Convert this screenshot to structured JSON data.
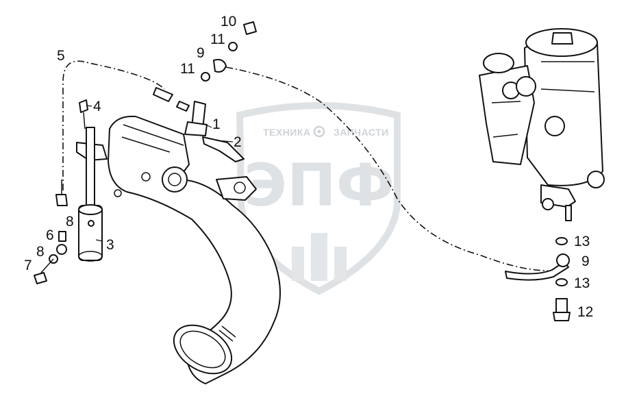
{
  "watermark": {
    "left_word": "ТЕХНИКА",
    "right_word": "ЗАПЧАСТИ",
    "logo": "ЭПФ",
    "color": "#d8dcdf"
  },
  "callouts": {
    "n1": "1",
    "n2": "2",
    "n3": "3",
    "n4": "4",
    "n5": "5",
    "n6": "6",
    "n7": "7",
    "n8a": "8",
    "n8b": "8",
    "n9a": "9",
    "n9b": "9",
    "n10": "10",
    "n11a": "11",
    "n11b": "11",
    "n12": "12",
    "n13a": "13",
    "n13b": "13"
  },
  "icons": [
    "gear-icon",
    "shield-emblem-icon"
  ]
}
